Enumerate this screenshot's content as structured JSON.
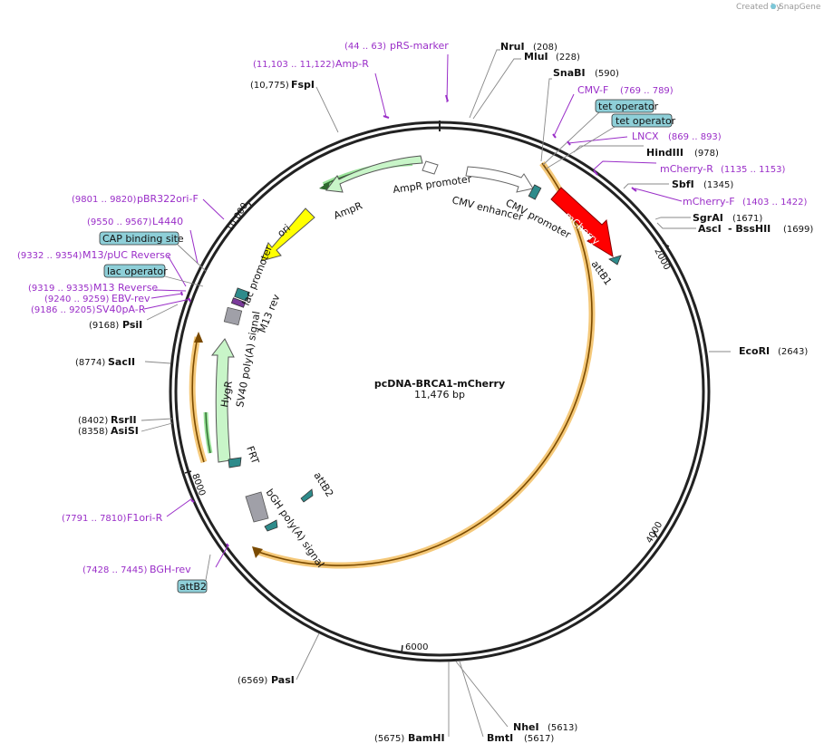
{
  "credit": {
    "prefix": "Created by",
    "brand": "SnapGene"
  },
  "plasmid": {
    "name": "pcDNA-BRCA1-mCherry",
    "size": "11,476 bp"
  },
  "ticks": [
    "2000",
    "4000",
    "6000",
    "8000",
    "10,000"
  ],
  "enzymes": [
    {
      "name": "NruI",
      "pos": "(208)"
    },
    {
      "name": "MluI",
      "pos": "(228)"
    },
    {
      "name": "SnaBI",
      "pos": "(590)"
    },
    {
      "name": "HindIII",
      "pos": "(978)"
    },
    {
      "name": "SbfI",
      "pos": "(1345)"
    },
    {
      "name": "SgrAI",
      "pos": "(1671)"
    },
    {
      "name": "AscI",
      "pos": "- BssHII"
    },
    {
      "name": "",
      "pos": "(1699)"
    },
    {
      "name": "EcoRI",
      "pos": "(2643)"
    },
    {
      "name": "NheI",
      "pos": "(5613)"
    },
    {
      "name": "BmtI",
      "pos": "(5617)"
    },
    {
      "name": "BamHI",
      "pos": "(5675)"
    },
    {
      "name": "PasI",
      "pos": "(6569)"
    },
    {
      "name": "AsiSI",
      "pos": "(8358)"
    },
    {
      "name": "RsrII",
      "pos": "(8402)"
    },
    {
      "name": "SacII",
      "pos": "(8774)"
    },
    {
      "name": "PsiI",
      "pos": "(9168)"
    },
    {
      "name": "FspI",
      "pos": "(10,775)"
    }
  ],
  "primers": [
    {
      "name": "pRS-marker",
      "pos": "(44 .. 63)"
    },
    {
      "name": "Amp-R",
      "pos": "(11,103 .. 11,122)"
    },
    {
      "name": "CMV-F",
      "pos": "(769 .. 789)"
    },
    {
      "name": "LNCX",
      "pos": "(869 .. 893)"
    },
    {
      "name": "mCherry-R",
      "pos": "(1135 .. 1153)"
    },
    {
      "name": "mCherry-F",
      "pos": "(1403 .. 1422)"
    },
    {
      "name": "pBR322ori-F",
      "pos": "(9801 .. 9820)"
    },
    {
      "name": "L4440",
      "pos": "(9550 .. 9567)"
    },
    {
      "name": "M13/pUC Reverse",
      "pos": "(9332 .. 9354)"
    },
    {
      "name": "M13 Reverse",
      "pos": "(9319 .. 9335)"
    },
    {
      "name": "EBV-rev",
      "pos": "(9240 .. 9259)"
    },
    {
      "name": "SV40pA-R",
      "pos": "(9186 .. 9205)"
    },
    {
      "name": "F1ori-R",
      "pos": "(7791 .. 7810)"
    },
    {
      "name": "BGH-rev",
      "pos": "(7428 .. 7445)"
    }
  ],
  "boxed_features": [
    "tet operator",
    "tet operator",
    "CAP binding site",
    "lac operator",
    "attB2"
  ],
  "features": {
    "ampr_promoter": "AmpR promoter",
    "ampr": "AmpR",
    "ori": "ori",
    "cmv_enhancer": "CMV enhancer",
    "cmv_promoter": "CMV promoter",
    "mcherry": "mCherry",
    "attb1": "attB1",
    "lac_promoter": "lac promoter",
    "m13_rev": "M13 rev",
    "sv40_polya": "SV40 poly(A) signal",
    "hygr": "HygR",
    "frt": "FRT",
    "attb2": "attB2",
    "bgh_polya": "bGH poly(A) signal"
  },
  "colors": {
    "ring": "#222222",
    "primer": "#9a2ec8",
    "mcherry": "#ff0000",
    "ori": "#ffff00",
    "resistance": "#c8f5c8",
    "insert": "#f5b041",
    "box": "#8ecfd8",
    "cds_dark": "#2f6b2f"
  }
}
